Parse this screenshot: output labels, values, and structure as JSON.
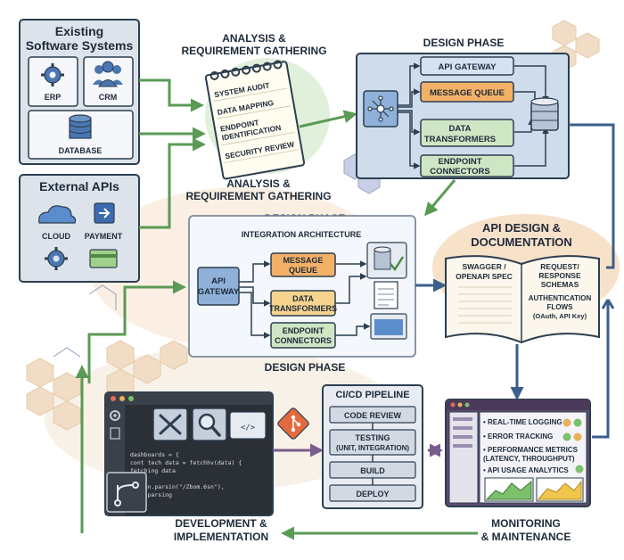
{
  "existing": {
    "title_line1": "Existing",
    "title_line2": "Software Systems",
    "erp": "ERP",
    "crm": "CRM",
    "database": "DATABASE"
  },
  "external": {
    "title": "External APIs",
    "cloud": "CLOUD",
    "payment": "PAYMENT"
  },
  "analysis": {
    "title_top_1": "ANALYSIS &",
    "title_top_2": "REQUIREMENT GATHERING",
    "title_bottom_1": "ANALYSIS &",
    "title_bottom_2": "REQUIREMENT GATHERING",
    "items": [
      "SYSTEM AUDIT",
      "DATA MAPPING",
      "ENDPOINT",
      "IDENTIFICATION",
      "SECURITY REVIEW"
    ]
  },
  "design_top": {
    "title": "DESIGN PHASE",
    "api_gateway": "API GATEWAY",
    "message_queue": "MESSAGE QUEUE",
    "data_1": "DATA",
    "data_2": "TRANSFORMERS",
    "endpoint_1": "ENDPOINT",
    "endpoint_2": "CONNECTORS"
  },
  "design_mid": {
    "title_top": "DESIGN PHASE",
    "title_bottom": "DESIGN PHASE",
    "subtitle": "INTEGRATION ARCHITECTURE",
    "api_1": "API",
    "api_2": "GATEWAY",
    "mq_1": "MESSAGE",
    "mq_2": "QUEUE",
    "dt_1": "DATA",
    "dt_2": "TRANSFORMERS",
    "ec_1": "ENDPOINT",
    "ec_2": "CONNECTORS"
  },
  "docs": {
    "title_1": "API DESIGN &",
    "title_2": "DOCUMENTATION",
    "swagger_1": "SWAGGER /",
    "swagger_2": "OPENAPI SPEC",
    "req_1": "REQUEST/",
    "req_2": "RESPONSE",
    "req_3": "SCHEMAS",
    "auth_1": "AUTHENTICATION",
    "auth_2": "FLOWS",
    "auth_3": "(OAuth, API Key)"
  },
  "cicd": {
    "title": "CI/CD PIPELINE",
    "code_review": "CODE REVIEW",
    "testing_1": "TESTING",
    "testing_2": "(UNIT, INTEGRATION)",
    "build": "BUILD",
    "deploy": "DEPLOY"
  },
  "monitoring": {
    "items": [
      "REAL-TIME LOGGING",
      "ERROR TRACKING",
      "PERFORMANCE METRICS",
      "(LATENCY, THROUGHPUT)",
      "API USAGE ANALYTICS"
    ],
    "label_1": "MONITORING",
    "label_2": "& MAINTENANCE"
  },
  "dev": {
    "label_1": "DEVELOPMENT &",
    "label_2": "IMPLEMENTATION",
    "code": [
      "dashboards = {",
      "  cont tech data = fetchhv(data) {",
      "    fetching data",
      "  },",
      "  screen.parsin(\"/Zbom.6sn\"),",
      "    JSON parsing"
    ]
  },
  "colors": {
    "navy": "#2c3e50",
    "panel": "#dde3ea",
    "blue_panel": "#cfdcec",
    "green_arrow": "#5a9a55",
    "blue_arrow": "#3a5f8c",
    "orange": "#f3b168",
    "green_box": "#cfe6c5",
    "code_bg": "#2b2f36"
  }
}
